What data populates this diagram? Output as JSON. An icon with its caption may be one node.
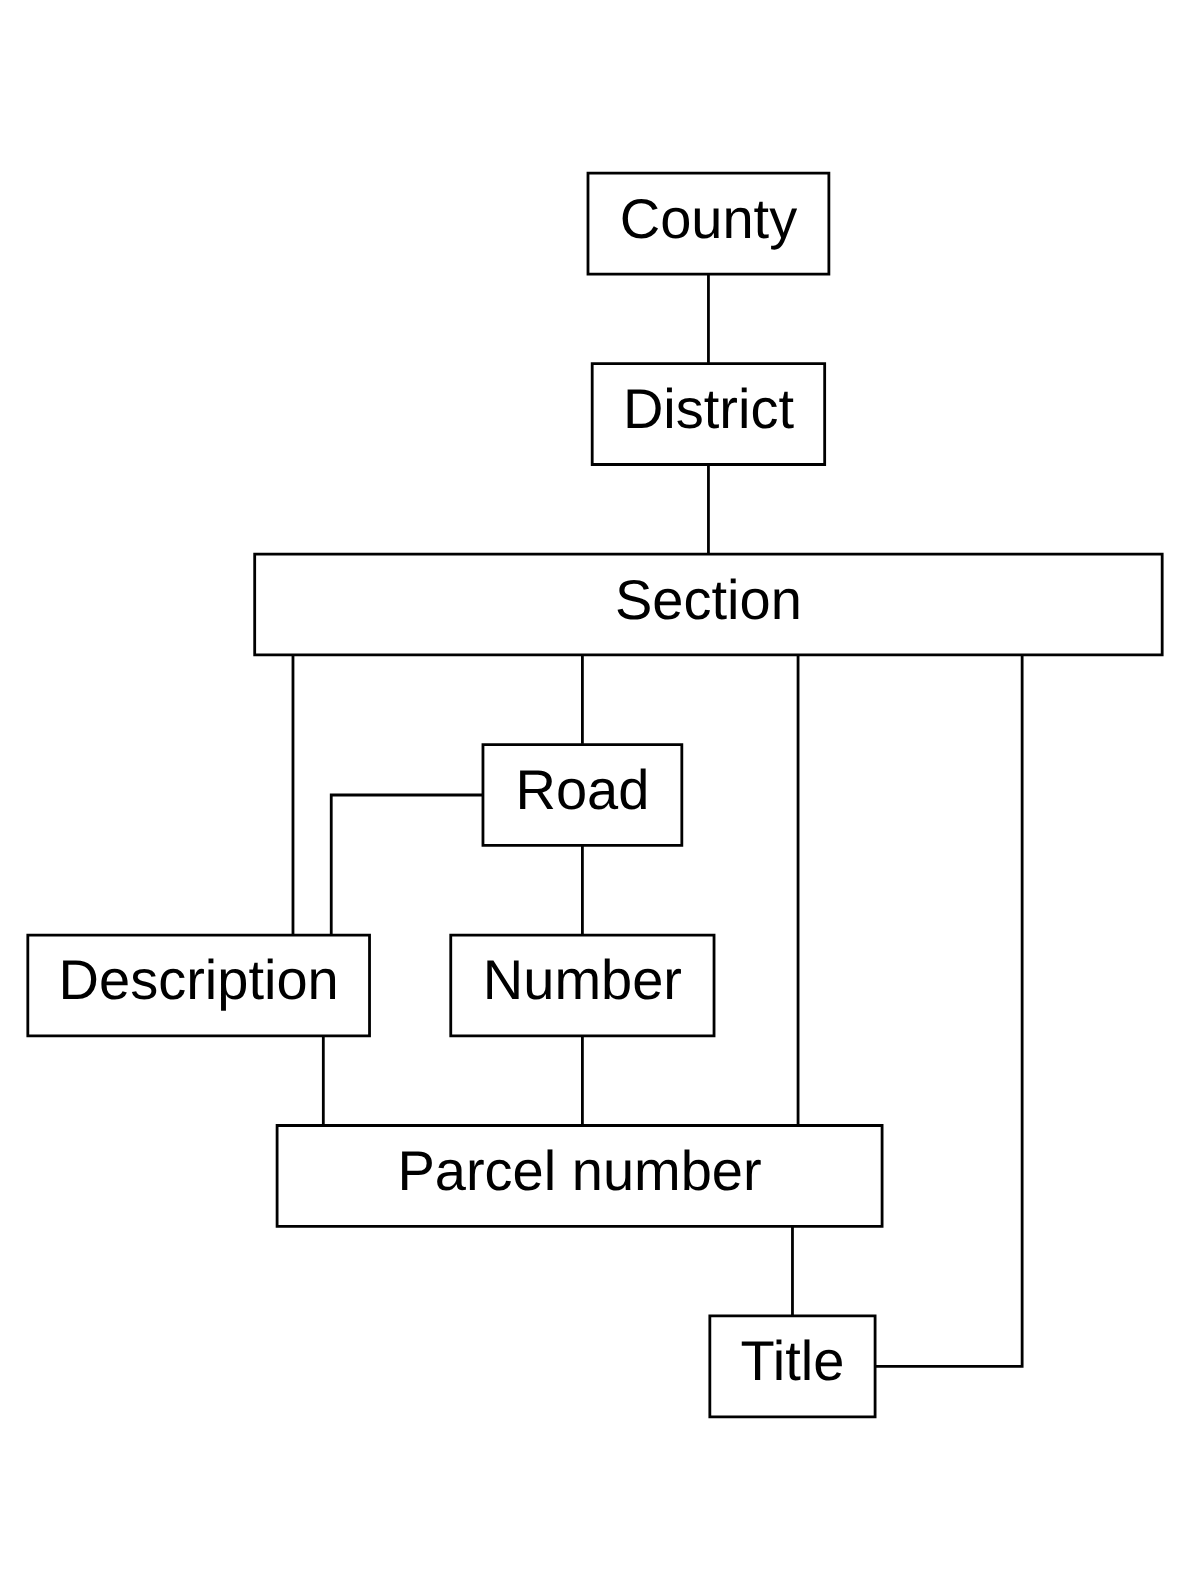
{
  "diagram": {
    "nodes": [
      {
        "text": [
          "County"
        ]
      },
      {
        "text": [
          "District"
        ]
      },
      {
        "text": [
          "Section"
        ]
      },
      {
        "text": [
          "Road"
        ]
      },
      {
        "text": [
          "Description"
        ]
      },
      {
        "text": [
          "Number"
        ]
      },
      {
        "text": [
          "Parcel number"
        ]
      },
      {
        "text": [
          "Title"
        ]
      }
    ],
    "edges": [
      {
        "from": 0,
        "to": 1,
        "arrow": "none"
      },
      {
        "from": 1,
        "to": 2,
        "arrow": "none"
      },
      {
        "from": 2,
        "to": 7,
        "arrow": "none"
      },
      {
        "from": 2,
        "to": 6,
        "arrow": "none"
      },
      {
        "from": 2,
        "to": 4,
        "arrow": "none"
      },
      {
        "from": 2,
        "to": 3,
        "arrow": "none"
      },
      {
        "from": 3,
        "to": 4,
        "arrow": "none"
      },
      {
        "from": 3,
        "to": 5,
        "arrow": "none"
      },
      {
        "from": 4,
        "to": 6,
        "arrow": "none"
      },
      {
        "from": 5,
        "to": 6,
        "arrow": "none"
      },
      {
        "from": 6,
        "to": 7,
        "arrow": "none"
      }
    ]
  }
}
